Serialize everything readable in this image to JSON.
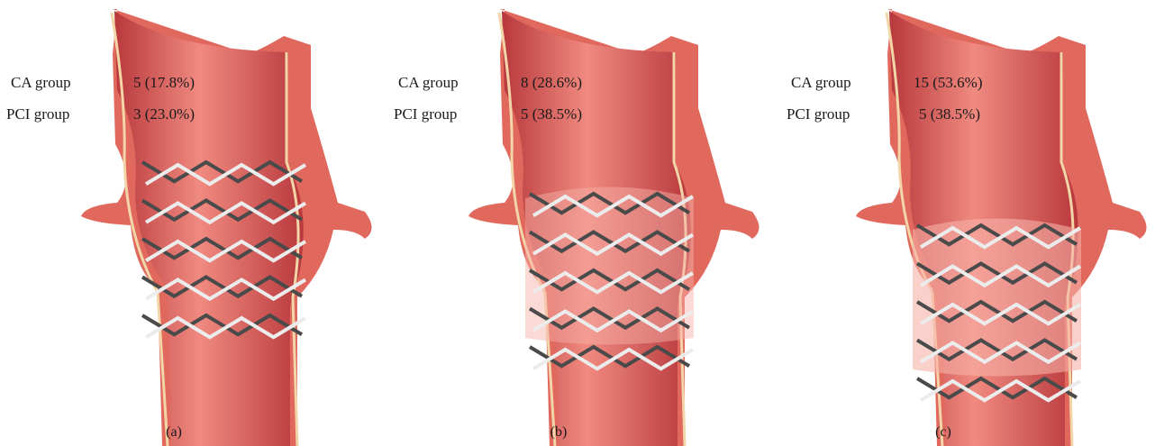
{
  "panels": [
    {
      "caption": "(a)",
      "rows": [
        {
          "label": "CA group",
          "value": "5 (17.8%)"
        },
        {
          "label": "PCI group",
          "value": "3 (23.0%)"
        }
      ],
      "coverage": 0.0
    },
    {
      "caption": "(b)",
      "rows": [
        {
          "label": "CA group",
          "value": "8 (28.6%)"
        },
        {
          "label": "PCI group",
          "value": "5 (38.5%)"
        }
      ],
      "coverage": 0.5
    },
    {
      "caption": "(c)",
      "rows": [
        {
          "label": "CA group",
          "value": "15 (53.6%)"
        },
        {
          "label": "PCI group",
          "value": "5 (38.5%)"
        }
      ],
      "coverage": 1.0
    }
  ],
  "colors": {
    "vessel_dark": "#b8383c",
    "vessel_light": "#f08a80",
    "vessel_wall": "#e0685c",
    "wall_stripe": "#f3d6a8",
    "strut_dark": "#4a4a4a",
    "strut_light": "#ececec"
  }
}
